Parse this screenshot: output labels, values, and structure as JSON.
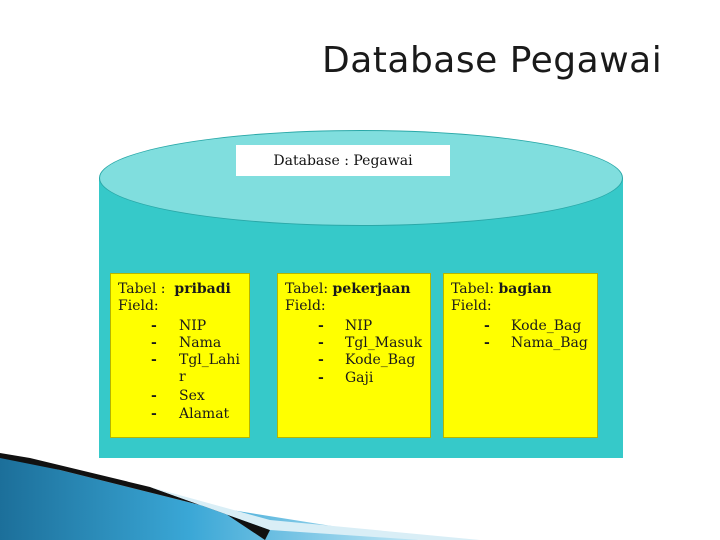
{
  "slide": {
    "title": "Database Pegawai"
  },
  "diagram": {
    "db_label": "Database : Pegawai",
    "tables": [
      {
        "prefix": "Tabel  :",
        "name": "pribadi",
        "field_label": "Field:",
        "fields": [
          "NIP",
          "Nama",
          "Tgl_Lahi",
          "r",
          "Sex",
          "Alamat"
        ]
      },
      {
        "prefix": "Tabel:",
        "name": "pekerjaan",
        "field_label": "Field:",
        "fields": [
          "NIP",
          "Tgl_Masuk",
          "Kode_Bag",
          "Gaji"
        ]
      },
      {
        "prefix": "Tabel:",
        "name": "bagian",
        "field_label": "Field:",
        "fields": [
          "Kode_Bag",
          "Nama_Bag"
        ]
      }
    ],
    "dash": "-"
  },
  "colors": {
    "cylinder_body": "#36c9c9",
    "cylinder_top": "#80dede",
    "table_fill": "#ffff00"
  }
}
